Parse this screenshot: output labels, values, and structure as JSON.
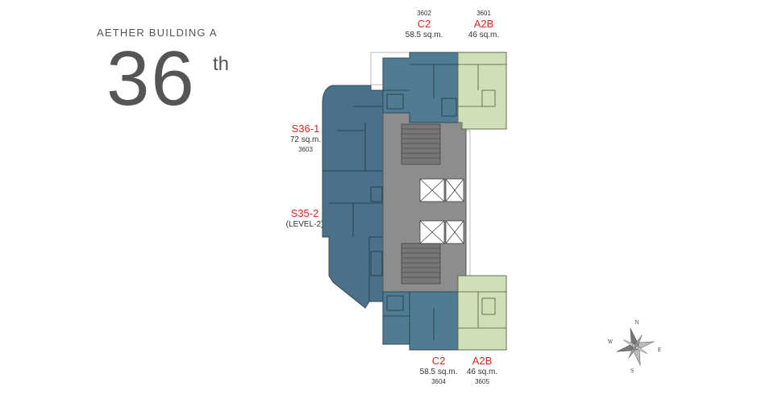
{
  "building_name": "AETHER BUILDING A",
  "floor": {
    "number": "36",
    "suffix": "th"
  },
  "units": {
    "top_c2": {
      "number": "3602",
      "code": "C2",
      "area": "58.5 sq.m."
    },
    "top_a2b": {
      "number": "3601",
      "code": "A2B",
      "area": "46 sq.m."
    },
    "s36_1": {
      "code": "S36-1",
      "area": "72 sq.m.",
      "number": "3603"
    },
    "s35_2": {
      "code": "S35-2",
      "level": "(LEVEL-2)"
    },
    "bottom_c2": {
      "code": "C2",
      "area": "58.5 sq.m.",
      "number": "3604"
    },
    "bottom_a2b": {
      "code": "A2B",
      "area": "46 sq.m.",
      "number": "3605"
    }
  },
  "compass": {
    "n": "N",
    "e": "E",
    "s": "S",
    "w": "W"
  },
  "colors": {
    "unit_blue": "#4a7189",
    "unit_teal": "#4f7c92",
    "unit_green": "#cfe0b9",
    "core_gray": "#8d8d8d",
    "label_red": "#e02424"
  }
}
